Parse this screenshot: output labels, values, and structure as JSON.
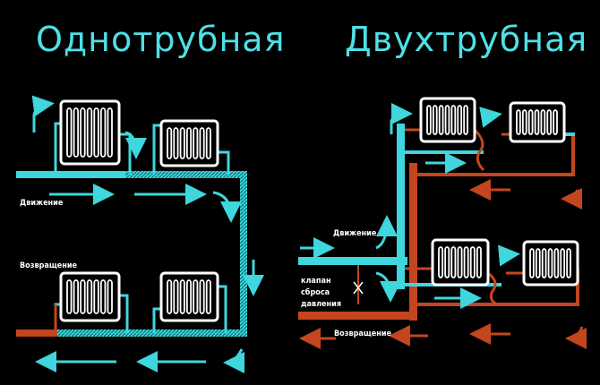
{
  "single_pipe": {
    "title": "Однотрубная",
    "supply_label": "Движение",
    "return_label": "Возвращение"
  },
  "two_pipe": {
    "title": "Двухтрубная",
    "supply_label": "Движение",
    "valve_label": "клапан сброса давления",
    "return_label": "Возвращение"
  },
  "colors": {
    "supply": "#3fd6dd",
    "return": "#c4461e",
    "radiator": "#ffffff"
  }
}
